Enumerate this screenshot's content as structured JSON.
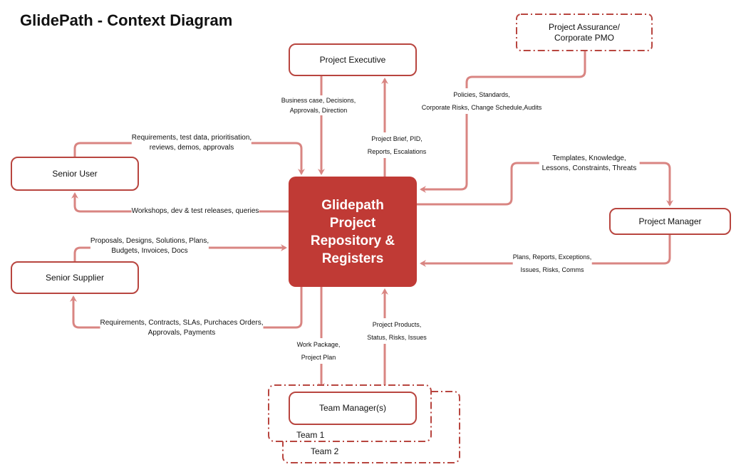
{
  "title": "GlidePath - Context Diagram",
  "colors": {
    "box_border": "#b8453f",
    "arrow": "#d98582",
    "center_fill": "#c03a35"
  },
  "center": {
    "label": "Glidepath\nProject\nRepository &\nRegisters"
  },
  "actors": {
    "project_executive": "Project Executive",
    "project_assurance": [
      "Project Assurance/",
      "Corporate PMO"
    ],
    "senior_user": "Senior User",
    "project_manager": "Project Manager",
    "senior_supplier": "Senior Supplier",
    "team_manager": "Team Manager(s)",
    "team1": "Team 1",
    "team2": "Team 2"
  },
  "flows": {
    "exec_to_repo": [
      "Business case, Decisions,",
      "Approvals, Direction"
    ],
    "repo_to_exec": [
      "Project Brief, PID,",
      "Reports, Escalations"
    ],
    "assurance_to_repo": [
      "Policies, Standards,",
      "Corporate Risks, Change Schedule,Audits"
    ],
    "user_to_repo": [
      "Requirements, test data, prioritisation,",
      "reviews, demos, approvals"
    ],
    "repo_to_user": [
      "Workshops, dev & test releases, queries"
    ],
    "repo_to_pm": [
      "Templates, Knowledge,",
      "Lessons, Constraints, Threats"
    ],
    "pm_to_repo": [
      "Plans, Reports, Exceptions,",
      "Issues, Risks, Comms"
    ],
    "supplier_to_repo": [
      "Proposals, Designs, Solutions, Plans,",
      "Budgets, Invoices, Docs"
    ],
    "repo_to_supplier": [
      "Requirements, Contracts, SLAs, Purchaces Orders,",
      "Approvals, Payments"
    ],
    "repo_to_team": [
      "Work Package,",
      "Project Plan"
    ],
    "team_to_repo": [
      "Project Products,",
      "Status, Risks, Issues"
    ]
  }
}
